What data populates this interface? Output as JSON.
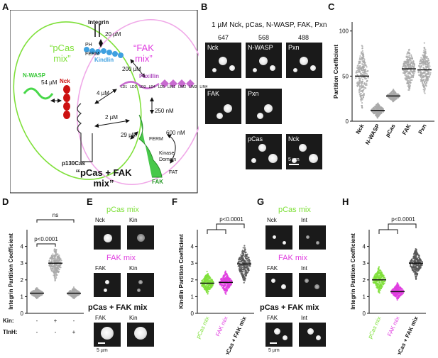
{
  "panels": {
    "A": "A",
    "B": "B",
    "C": "C",
    "D": "D",
    "E": "E",
    "F": "F",
    "G": "G",
    "H": "H"
  },
  "A": {
    "integrin": "Integrin",
    "pcas_mix_1": "“pCas",
    "pcas_mix_2": "mix”",
    "fak_mix_1": "“FAK",
    "fak_mix_2": "mix”",
    "combo_1": "“pCas + FAK",
    "combo_2": "mix”",
    "nwasp": "N-WASP",
    "nck": "Nck",
    "kindlin": "Kindlin",
    "paxillin": "Paxillin",
    "p130cas": "p130Cas",
    "fak": "FAK",
    "ph": "PH",
    "ferm": "FERM",
    "ferm2": "FERM",
    "kinase": "Kinase",
    "domain": "Domain",
    "fat": "FAT",
    "lds": [
      "LD1",
      "LD2",
      "LD3",
      "LD4",
      "LD5",
      "LIM1",
      "LIM2",
      "LIM3",
      "LIM4"
    ],
    "k_20": "20 µM",
    "k_200": "200 µM",
    "k_54": "54 µM",
    "k_4": "4 µM",
    "k_2": "2 µM",
    "k_250": "250 nM",
    "k_600": "600 nM",
    "k_29": "29 µM"
  },
  "B": {
    "title": "1 µM Nck, pCas, N-WASP, FAK, Pxn",
    "channels": [
      "647",
      "568",
      "488"
    ],
    "tiles": [
      "Nck",
      "N-WASP",
      "Pxn",
      "FAK",
      "Pxn",
      "pCas",
      "Nck"
    ],
    "scale": "5 µm"
  },
  "E": {
    "pcas_mix": "pCas mix",
    "fak_mix": "FAK mix",
    "combo": "pCas + FAK mix",
    "tiles": [
      "Nck",
      "Kin",
      "FAK",
      "Kin",
      "FAK",
      "Kin"
    ],
    "scale": "5 µm"
  },
  "G": {
    "pcas_mix": "pCas mix",
    "fak_mix": "FAK mix",
    "combo": "pCas + FAK mix",
    "tiles": [
      "Nck",
      "Int",
      "FAK",
      "Int",
      "FAK",
      "Int"
    ],
    "scale": "5 µm"
  },
  "colors": {
    "green": "#7fe03a",
    "magenta": "#e03ee0",
    "gray": "#9c9c9c",
    "dark": "#555555"
  },
  "chart_data": [
    {
      "panel": "C",
      "type": "scatter",
      "ylabel": "Partition Coefficient",
      "ylim": [
        0,
        110
      ],
      "yticks": [
        0,
        50,
        100
      ],
      "categories": [
        "Nck",
        "N-WASP",
        "pCas",
        "FAK",
        "Pxn"
      ],
      "medians": [
        50,
        12,
        28,
        58,
        57
      ],
      "spreads": [
        40,
        10,
        8,
        30,
        33
      ]
    },
    {
      "panel": "D",
      "type": "scatter",
      "ylabel": "Integrin Partition Coefficient",
      "ylim": [
        0,
        5
      ],
      "yticks": [
        0,
        1,
        2,
        3,
        4
      ],
      "row_labels": [
        "Kin:",
        "TlnH:"
      ],
      "conditions": [
        [
          "-",
          "+",
          "-"
        ],
        [
          "-",
          "-",
          "+"
        ]
      ],
      "medians": [
        1.2,
        3.0,
        1.2
      ],
      "spreads": [
        0.4,
        1.3,
        0.4
      ],
      "annotations": [
        "p<0.0001",
        "ns"
      ]
    },
    {
      "panel": "F",
      "type": "scatter",
      "ylabel": "Kindlin Partition Coefficient",
      "ylim": [
        0,
        5
      ],
      "yticks": [
        0,
        1,
        2,
        3,
        4
      ],
      "categories": [
        "pCas mix",
        "FAK mix",
        "pCas + FAK mix"
      ],
      "medians": [
        1.8,
        1.85,
        2.95
      ],
      "spreads": [
        0.8,
        0.8,
        1.4
      ],
      "annotations": [
        "p<0.0001"
      ]
    },
    {
      "panel": "H",
      "type": "scatter",
      "ylabel": "Integrin Partition Coefficient",
      "ylim": [
        0,
        5
      ],
      "yticks": [
        0,
        1,
        2,
        3,
        4
      ],
      "categories": [
        "pCas mix",
        "FAK mix",
        "pCas + FAK mix"
      ],
      "medians": [
        2.0,
        1.3,
        3.0
      ],
      "spreads": [
        1.0,
        0.6,
        1.1
      ],
      "annotations": [
        "p<0.0001"
      ]
    }
  ]
}
